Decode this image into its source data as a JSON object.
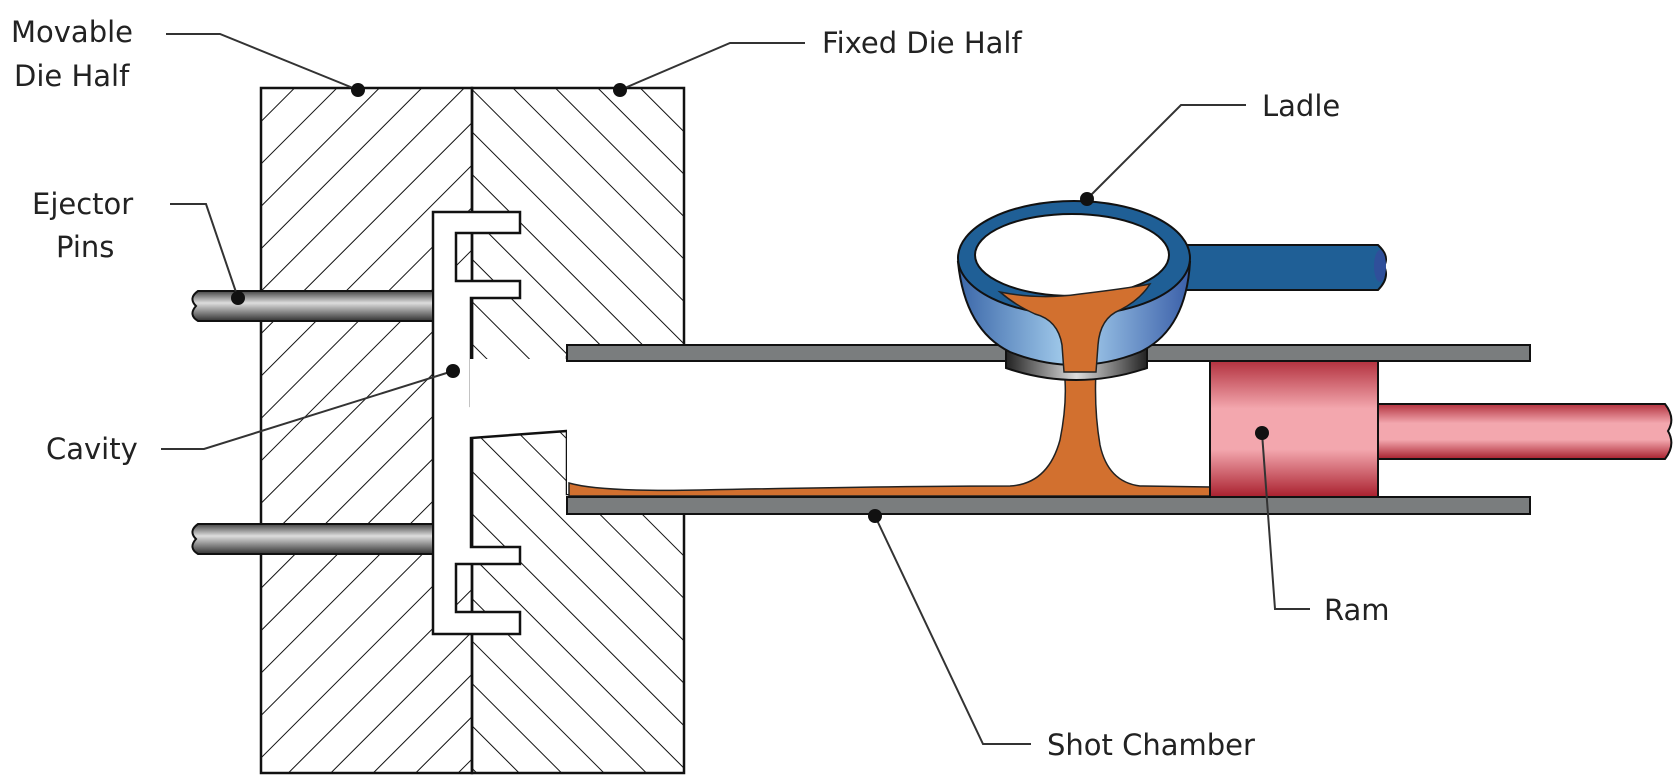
{
  "labels": {
    "movable_die_half": [
      "Movable",
      "Die Half"
    ],
    "fixed_die_half": "Fixed Die Half",
    "ladle": "Ladle",
    "ejector_pins": [
      "Ejector",
      "Pins"
    ],
    "cavity": "Cavity",
    "ram": "Ram",
    "shot_chamber": "Shot Chamber"
  },
  "colors": {
    "molten_metal": "#d2702f",
    "ladle": "#1f5f96",
    "ram": "#e8909a",
    "steel": "#7a7d7e"
  }
}
